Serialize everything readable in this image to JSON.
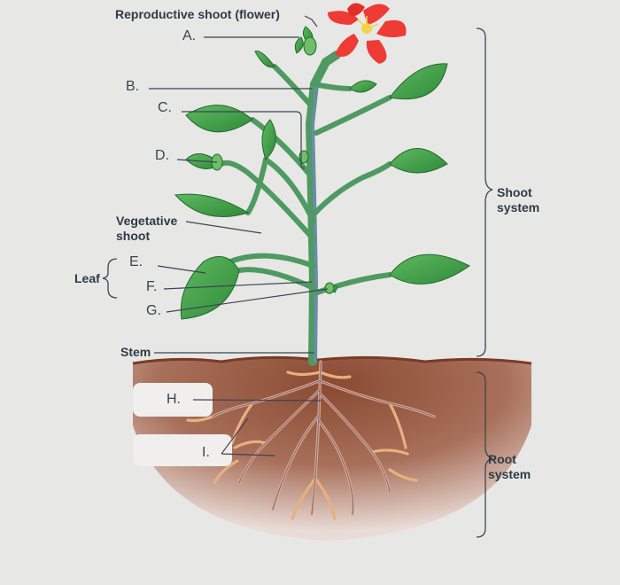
{
  "diagram": {
    "labels": {
      "reproductive_shoot": "Reproductive shoot (flower)",
      "a": "A.",
      "b": "B.",
      "c": "C.",
      "d": "D.",
      "vegetative_shoot_line1": "Vegetative",
      "vegetative_shoot_line2": "shoot",
      "leaf": "Leaf",
      "e": "E.",
      "f": "F.",
      "g": "G.",
      "stem": "Stem",
      "h": "H.",
      "i": "I.",
      "shoot_system_line1": "Shoot",
      "shoot_system_line2": "system",
      "root_system_line1": "Root",
      "root_system_line2": "system"
    },
    "colors": {
      "background": "#e7e7e5",
      "soil_dark": "#7a3b26",
      "stem_green": "#4f9a62",
      "vascular_blue": "#6f88b8",
      "leaf_green": "#3f9a45",
      "petal_red": "#ee3b35",
      "root_tan": "#e8b07e",
      "label_text": "#2f3a46"
    }
  }
}
